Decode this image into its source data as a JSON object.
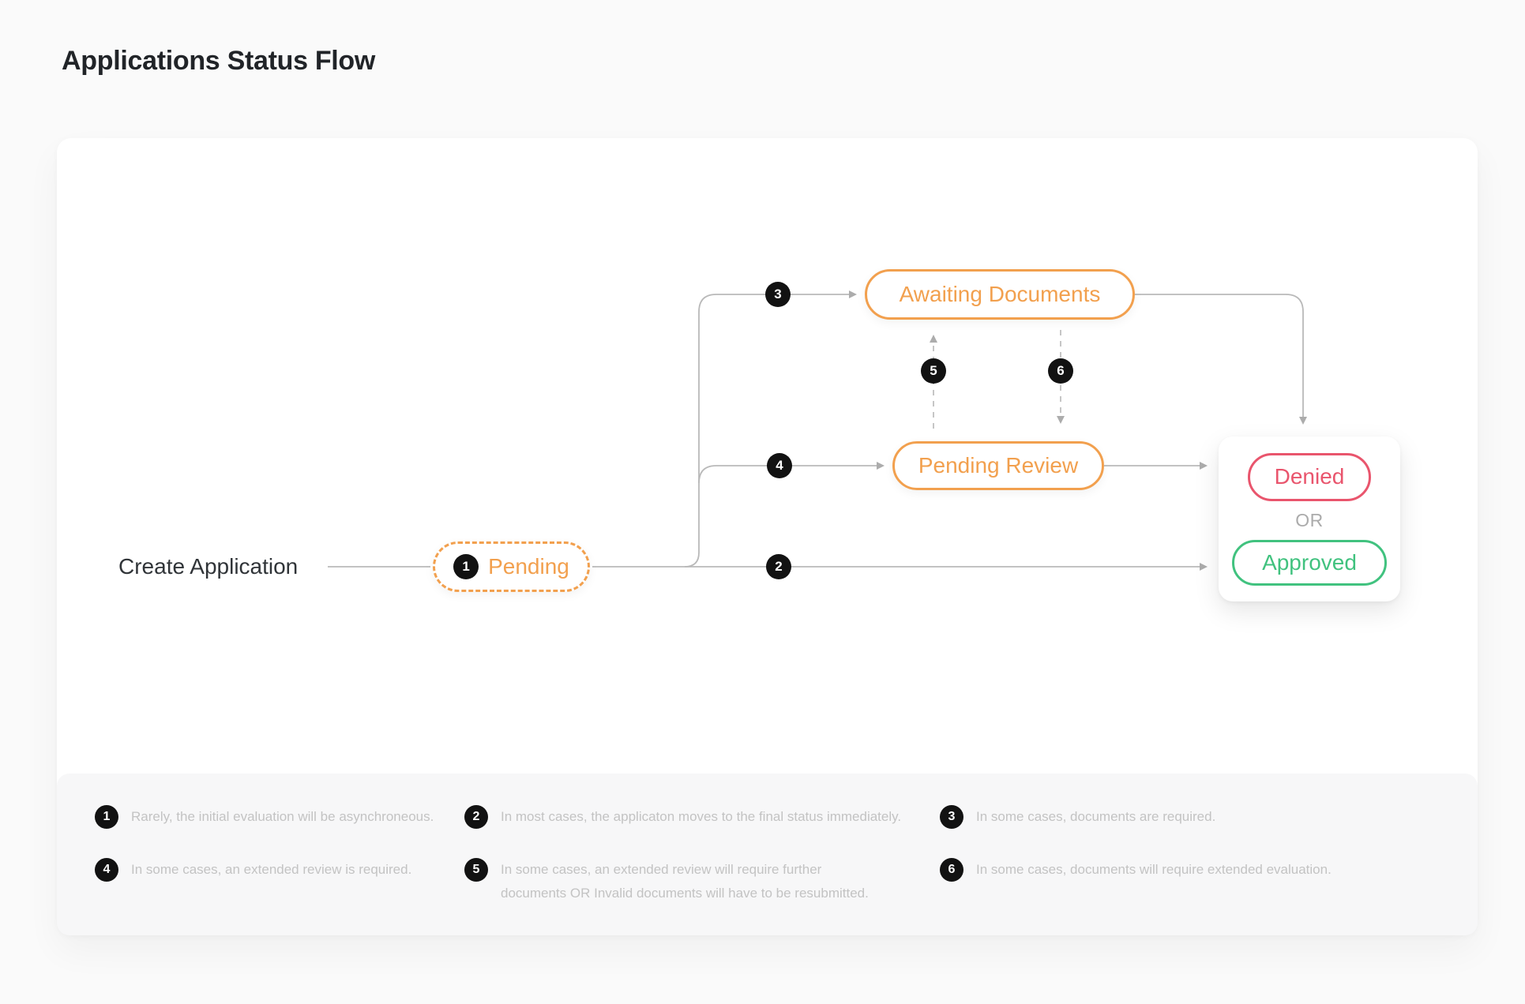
{
  "title": "Applications Status Flow",
  "flow": {
    "start_label": "Create Application",
    "or_label": "OR",
    "nodes": {
      "pending": {
        "label": "Pending",
        "badge": "1"
      },
      "awaiting": {
        "label": "Awaiting Documents"
      },
      "review": {
        "label": "Pending Review"
      },
      "denied": {
        "label": "Denied"
      },
      "approved": {
        "label": "Approved"
      }
    },
    "edge_badges": {
      "pending_to_final": "2",
      "pending_to_awaiting": "3",
      "pending_to_review": "4",
      "review_to_awaiting": "5",
      "awaiting_to_review": "6"
    }
  },
  "legend": {
    "notes": [
      {
        "num": "1",
        "text": "Rarely, the initial evaluation will be asynchroneous."
      },
      {
        "num": "2",
        "text": "In most cases, the applicaton moves to the final status immediately."
      },
      {
        "num": "3",
        "text": "In some cases, documents are required."
      },
      {
        "num": "4",
        "text": "In some cases, an extended review is required."
      },
      {
        "num": "5",
        "text": "In some cases, an extended review will require further\ndocuments OR  Invalid documents will have to be resubmitted."
      },
      {
        "num": "6",
        "text": "In some cases, documents will require extended evaluation."
      }
    ]
  },
  "colors": {
    "accent_orange": "#F2A04E",
    "denied_red": "#E9556D",
    "approved_green": "#41C27F",
    "connector_gray": "#B9B9B9",
    "badge_black": "#121212",
    "note_gray": "#C3C3C3",
    "page_background": "#FAFAFA",
    "legend_background": "#F7F7F8"
  }
}
